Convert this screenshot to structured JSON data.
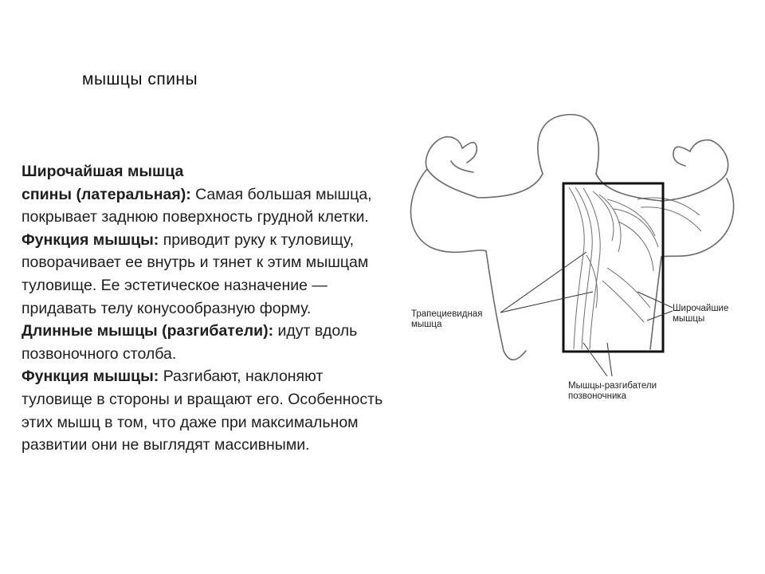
{
  "slide": {
    "title": "мышцы спины"
  },
  "content": {
    "latissimus_heading_line1": "Широчайшая  мышца",
    "latissimus_heading_line2": "спины (латеральная):",
    "latissimus_description": "Самая большая мышца, покрывает заднюю поверхность грудной клетки.",
    "function_label": "Функция мышцы:",
    "latissimus_function": "приводит руку к туловищу, поворачивает ее внутрь и тянет к этим мышцам туловище. Ее эстетическое назначение — придавать телу конусообразную форму.",
    "erectors_heading": "Длинные мышцы (разгибатели):",
    "erectors_description": "идут вдоль позвоночного столба.",
    "function_label_2": "Функция мышцы:",
    "erectors_function": "Разгибают, наклоняют туловище в стороны и вращают его. Особенность этих мышц в том, что даже при максимальном развитии они не выглядят массивными."
  },
  "figure": {
    "label_trapezius_line1": "Трапециевидная",
    "label_trapezius_line2": "мышца",
    "label_latissimus_line1": "Широчайшие",
    "label_latissimus_line2": "мышцы",
    "label_erectors_line1": "Мышцы-разгибатели",
    "label_erectors_line2": "позвоночника"
  },
  "colors": {
    "text": "#1e1e1e",
    "outline": "#6a6a6a",
    "muscle": "#555555",
    "frame": "#111111"
  }
}
